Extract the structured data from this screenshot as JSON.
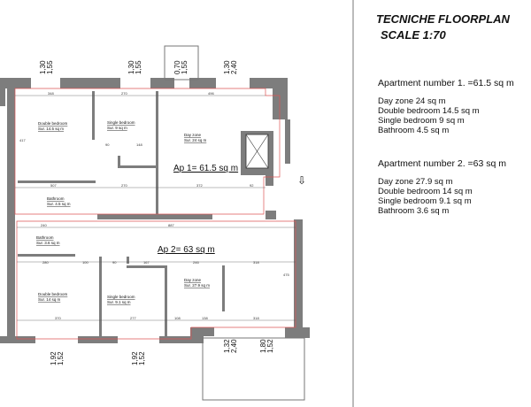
{
  "title": {
    "line1": "TECNICHE FLOORPLAN",
    "line2": "SCALE 1:70"
  },
  "legend": {
    "ap1": {
      "header": "Apartment number 1. =61.5 sq m",
      "items": [
        "Day zone 24 sq m",
        "Double bedroom 14.5 sq m",
        "Single bedroom 9 sq m",
        "Bathroom 4.5 sq m"
      ]
    },
    "ap2": {
      "header": "Apartment number 2. =63 sq m",
      "items": [
        "Day zone 27.9 sq m",
        "Double bedroom 14 sq m",
        "Single bedroom 9.1 sq m",
        "Bathroom 3.6 sq m"
      ]
    }
  },
  "plan": {
    "ap1_label": "Ap 1= 61.5 sq m",
    "ap2_label": "Ap 2= 63 sq m",
    "rooms1": [
      {
        "name": "Double bedroom",
        "area": "Sur. 14.5 sq m"
      },
      {
        "name": "Single bedroom",
        "area": "Sur. 9 sq m"
      },
      {
        "name": "Day zone",
        "area": "Sur. 24 sq m"
      },
      {
        "name": "Bathroom",
        "area": "Sur. 4.5 sq m"
      }
    ],
    "rooms2": [
      {
        "name": "Bathroom",
        "area": "Sur. 3.6 sq m"
      },
      {
        "name": "Double bedroom",
        "area": "Sur. 14 sq m"
      },
      {
        "name": "Single bedroom",
        "area": "Sur. 9.1 sq m"
      },
      {
        "name": "Day zone",
        "area": "Sur. 27.9 sq m"
      }
    ],
    "windows_top": [
      {
        "a": "1,30",
        "b": "1,55"
      },
      {
        "a": "1,30",
        "b": "1,55"
      },
      {
        "a": "0,70",
        "b": "1,55"
      },
      {
        "a": "1,30",
        "b": "2,40"
      }
    ],
    "windows_bottom": [
      {
        "a": "1,92",
        "b": "1,52"
      },
      {
        "a": "1,92",
        "b": "1,52"
      },
      {
        "a": "1,32",
        "b": "2,40"
      },
      {
        "a": "1,80",
        "b": "1,52"
      }
    ],
    "dims1": [
      "348",
      "270",
      "496",
      "507",
      "270",
      "372",
      "417",
      "90",
      "148",
      "92"
    ],
    "dims2": [
      "240",
      "887",
      "280",
      "100",
      "90",
      "167",
      "246",
      "318",
      "370",
      "277",
      "108",
      "138",
      "318",
      "475"
    ]
  }
}
